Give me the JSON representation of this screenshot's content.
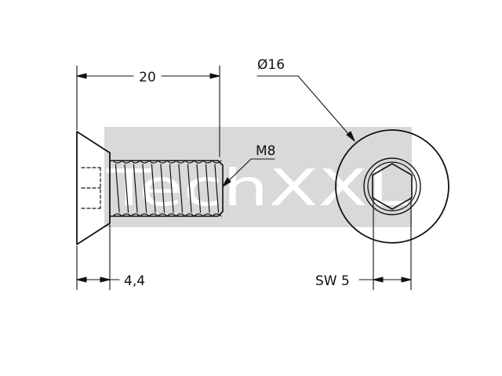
{
  "watermark": {
    "text": "TechXXL"
  },
  "dimensions": {
    "length": "20",
    "head_diameter": "Ø16",
    "thread": "M8",
    "head_height": "4,4",
    "socket_size": "SW 5"
  },
  "colors": {
    "line": "#111111",
    "watermark_box": "#d9d9d9"
  }
}
